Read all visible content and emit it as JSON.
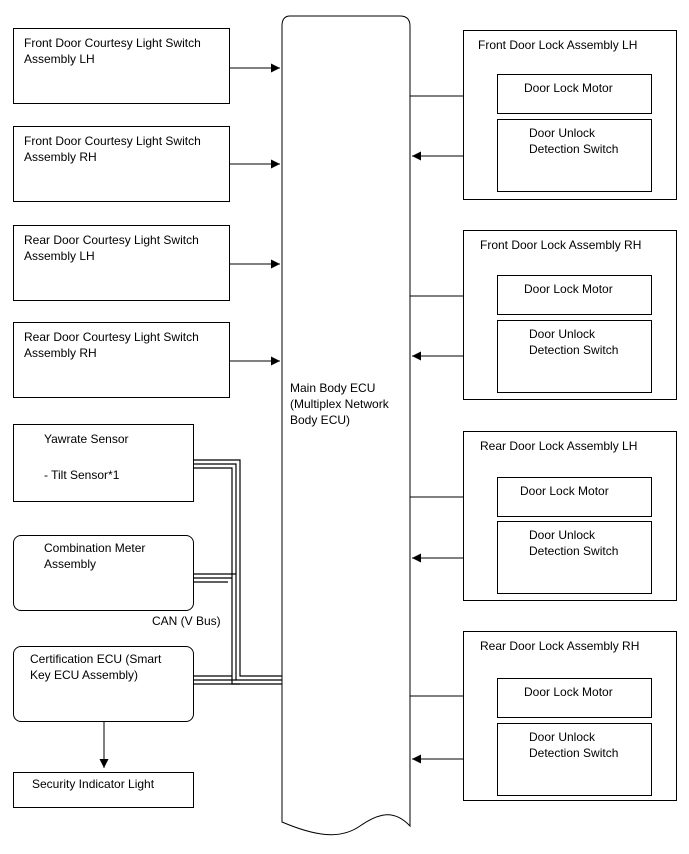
{
  "main_ecu": {
    "label": "Main Body ECU\n(Multiplex Network\nBody ECU)"
  },
  "left_inputs": [
    {
      "label": "Front Door Courtesy Light Switch\nAssembly LH"
    },
    {
      "label": "Front Door Courtesy Light Switch\nAssembly RH"
    },
    {
      "label": "Rear Door Courtesy Light Switch\nAssembly LH"
    },
    {
      "label": "Rear Door Courtesy Light Switch\nAssembly RH"
    }
  ],
  "can_nodes": {
    "yawrate": {
      "title": "Yawrate Sensor",
      "sub": "- Tilt Sensor*1"
    },
    "combination_meter": {
      "label": "Combination Meter\nAssembly"
    },
    "certification_ecu": {
      "label": "Certification ECU (Smart\nKey ECU Assembly)"
    },
    "bus_label": "CAN (V Bus)"
  },
  "security_light": {
    "label": "Security Indicator Light"
  },
  "door_lock_assemblies": [
    {
      "title": "Front Door Lock Assembly LH",
      "motor": "Door Lock Motor",
      "switch": "Door Unlock\nDetection Switch"
    },
    {
      "title": "Front Door Lock Assembly RH",
      "motor": "Door Lock Motor",
      "switch": "Door Unlock\nDetection Switch"
    },
    {
      "title": "Rear Door Lock Assembly LH",
      "motor": "Door Lock Motor",
      "switch": "Door Unlock\nDetection Switch"
    },
    {
      "title": "Rear Door Lock Assembly RH",
      "motor": "Door Lock Motor",
      "switch": "Door Unlock\nDetection Switch"
    }
  ]
}
